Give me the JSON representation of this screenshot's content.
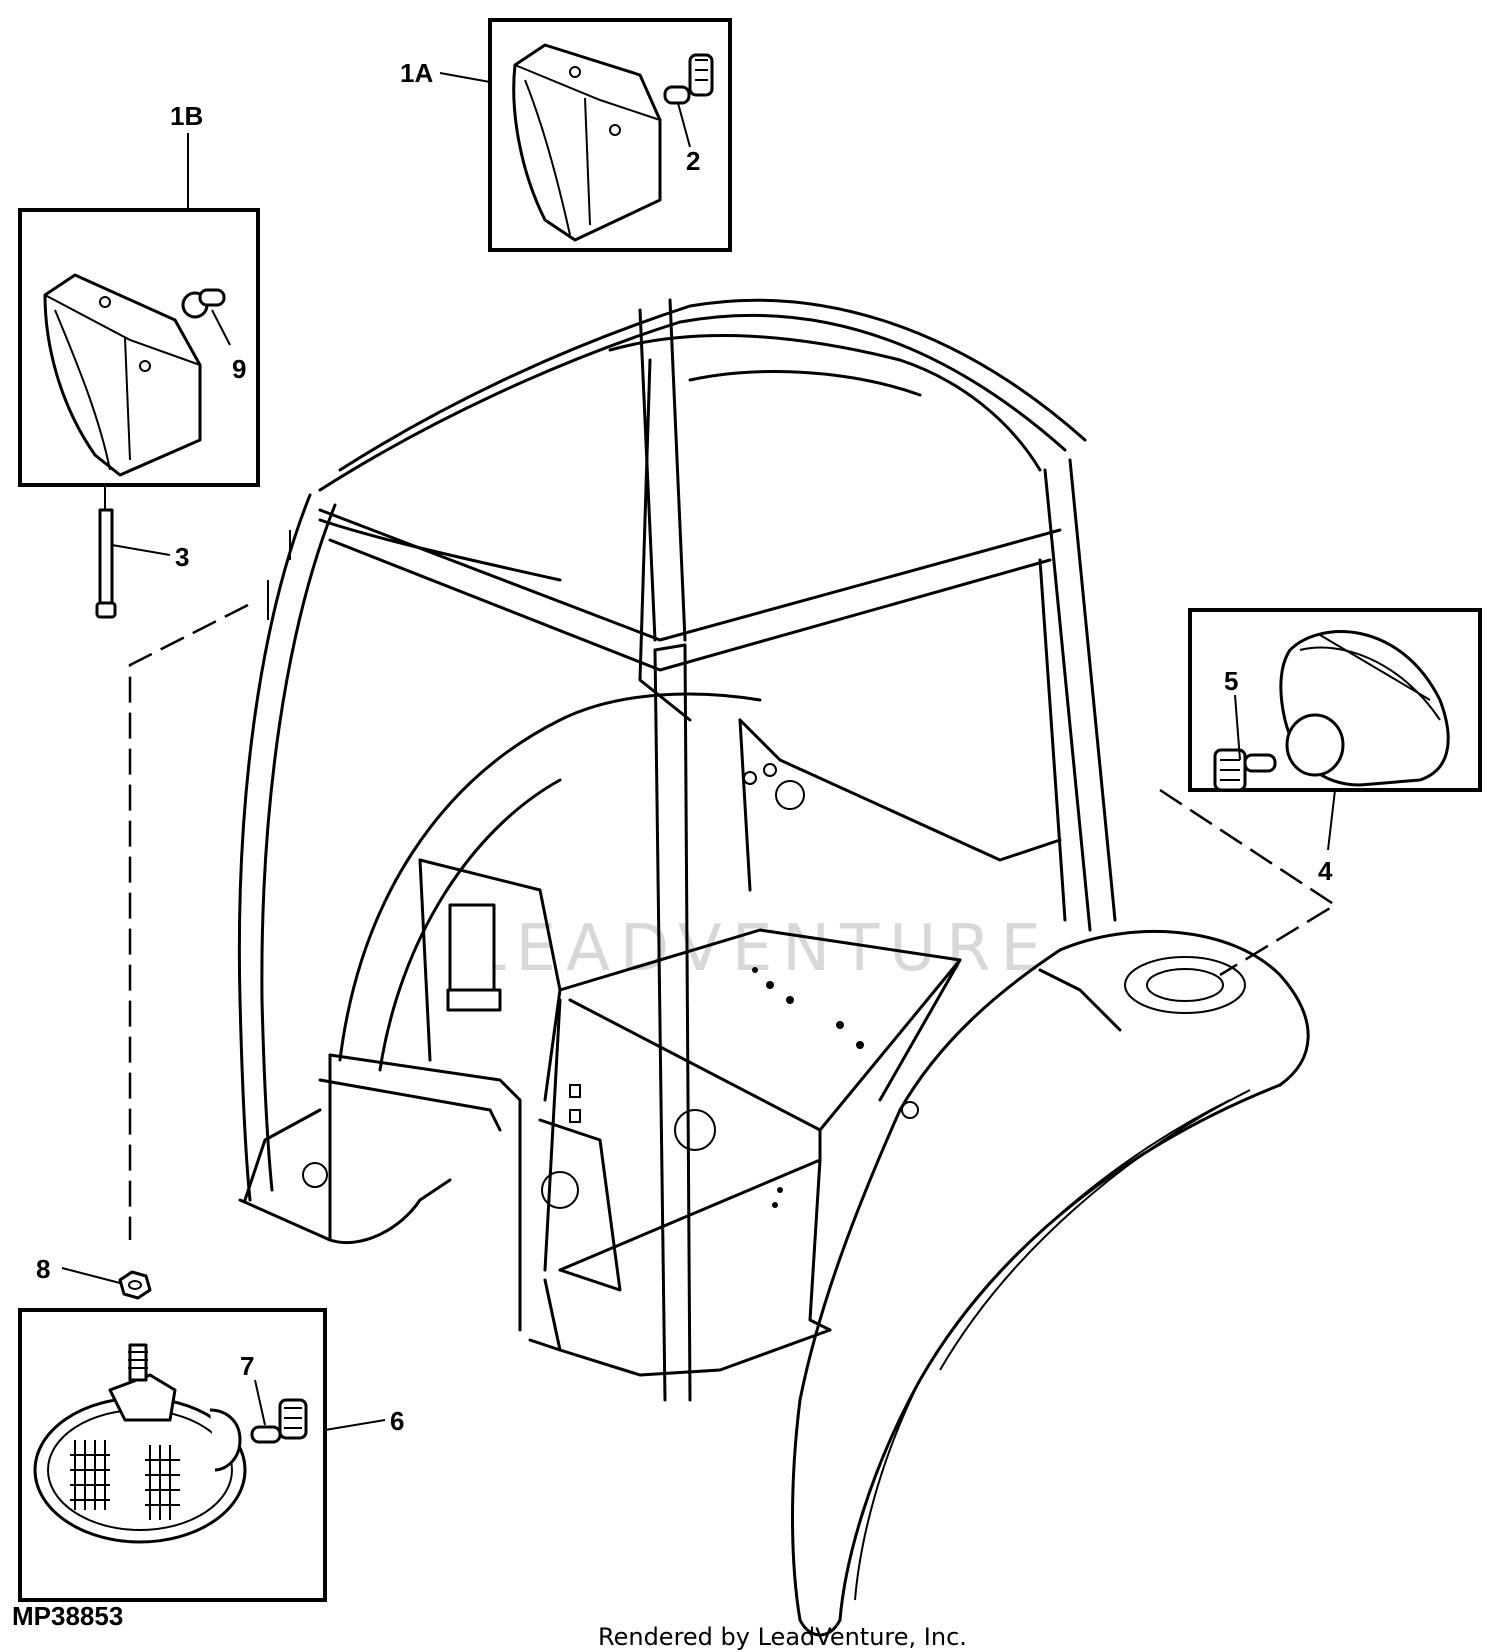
{
  "callouts": {
    "c1a": "1A",
    "c1b": "1B",
    "c2": "2",
    "c3": "3",
    "c4": "4",
    "c5": "5",
    "c6": "6",
    "c7": "7",
    "c8": "8",
    "c9": "9"
  },
  "figure_id": "MP38853",
  "footer": "Rendered by LeadVenture, Inc.",
  "watermark": "LEADVENTURE"
}
